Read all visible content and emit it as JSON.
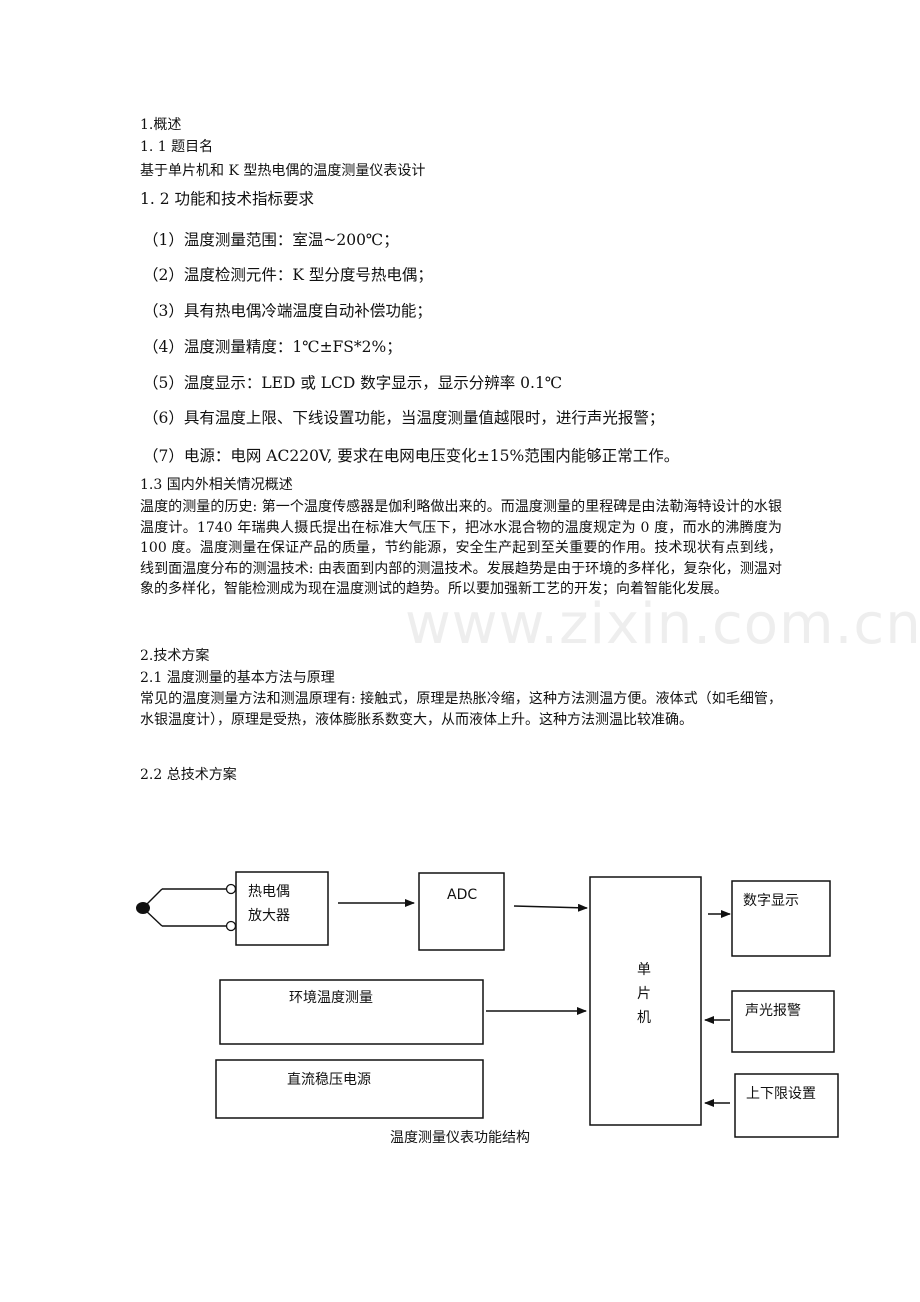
{
  "doc": {
    "s1_title": "1.概述",
    "s11_title": "1. 1 题目名",
    "topic": "基于单片机和 K 型热电偶的温度测量仪表设计",
    "s12_title": "1. 2 功能和技术指标要求",
    "requirements": [
      "（1）温度测量范围：室温~200℃；",
      "（2）温度检测元件：K 型分度号热电偶；",
      "（3）具有热电偶冷端温度自动补偿功能；",
      "（4）温度测量精度：1℃±FS*2%；",
      "（5）温度显示：LED 或 LCD 数字显示，显示分辨率 0.1℃",
      "（6）具有温度上限、下线设置功能，当温度测量值越限时，进行声光报警；",
      "（7）电源：电网 AC220V, 要求在电网电压变化±15%范围内能够正常工作。"
    ],
    "s13_title": "1.3 国内外相关情况概述",
    "s13_text": "温度的测量的历史: 第一个温度传感器是伽利略做出来的。而温度测量的里程碑是由法勒海特设计的水银温度计。1740 年瑞典人摄氏提出在标准大气压下，把冰水混合物的温度规定为 0 度，而水的沸腾度为 100 度。温度测量在保证产品的质量，节约能源，安全生产起到至关重要的作用。技术现状有点到线，线到面温度分布的测温技术: 由表面到内部的测温技术。发展趋势是由于环境的多样化，复杂化，测温对象的多样化，智能检测成为现在温度测试的趋势。所以要加强新工艺的开发；向着智能化发展。",
    "s2_title": "2.技术方案",
    "s21_title": "2.1 温度测量的基本方法与原理",
    "s21_text": "常见的温度测量方法和测温原理有: 接触式，原理是热胀冷缩，这种方法测温方便。液体式（如毛细管，水银温度计），原理是受热，液体膨胀系数变大，从而液体上升。这种方法测温比较准确。",
    "s22_title": "2.2 总技术方案"
  },
  "diagram": {
    "thermo_amp_line1": "热电偶",
    "thermo_amp_line2": "放大器",
    "adc": "ADC",
    "mcu_1": "单",
    "mcu_2": "片",
    "mcu_3": "机",
    "env_temp": "环境温度测量",
    "power": "直流稳压电源",
    "display": "数字显示",
    "alarm": "声光报警",
    "limit": "上下限设置",
    "caption": "温度测量仪表功能结构"
  },
  "watermark": "www.zixin.com.cn"
}
